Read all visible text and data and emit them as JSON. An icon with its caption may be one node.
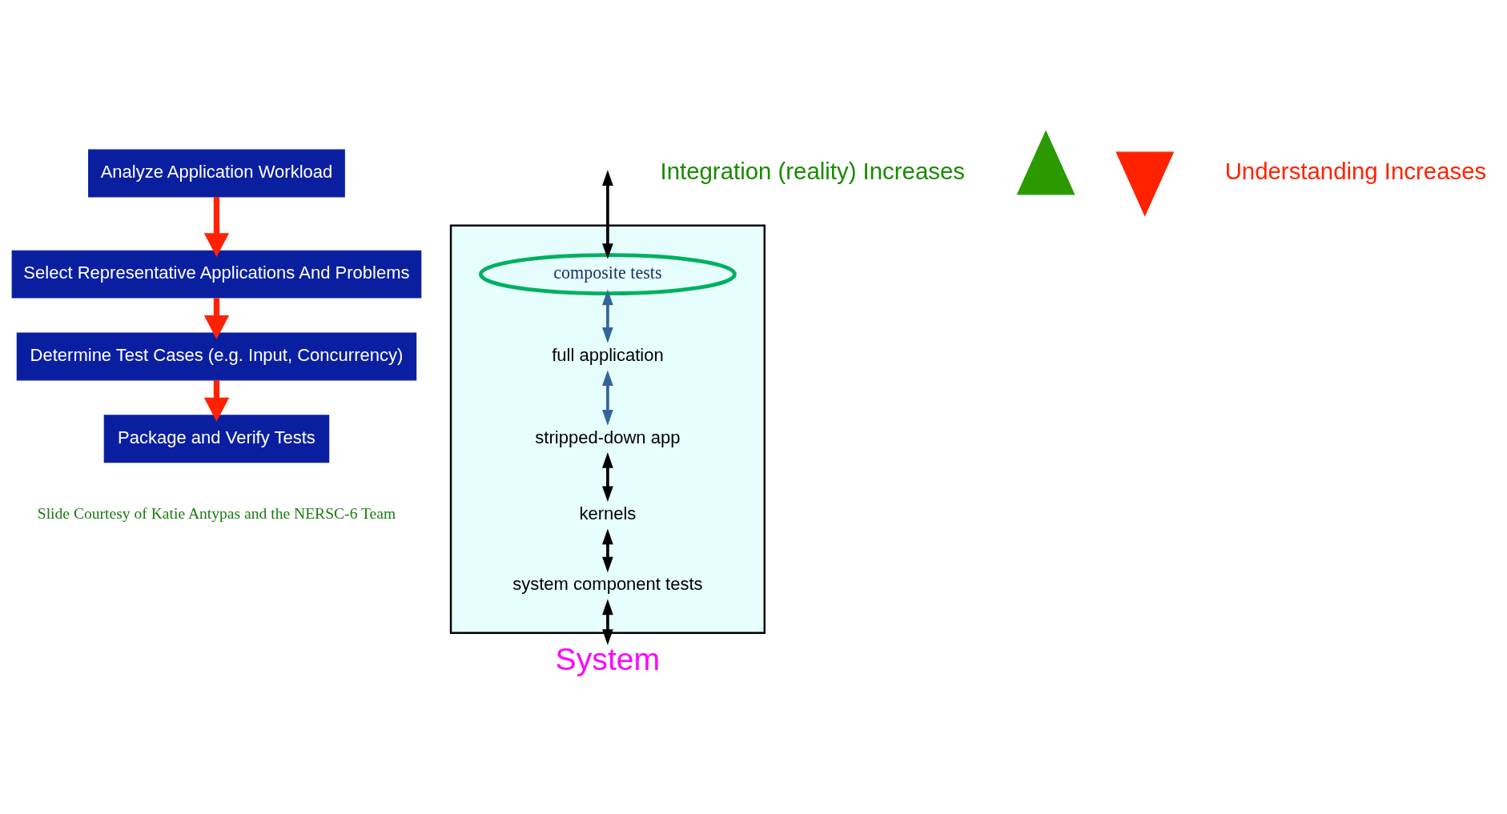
{
  "diagram": {
    "nodes": [
      {
        "text": [
          "Analyze Application Workload"
        ]
      },
      {
        "text": [
          "Select Representative Applications And Problems"
        ]
      },
      {
        "text": [
          "Determine Test Cases (e.g. Input, Concurrency)"
        ]
      },
      {
        "text": [
          "Package and Verify Tests"
        ]
      },
      {
        "text": [],
        "shape": "box"
      },
      {
        "text": [
          "composite tests"
        ],
        "in": 4
      },
      {
        "text": [
          "full application"
        ],
        "in": 4
      },
      {
        "text": [
          "stripped-down app"
        ],
        "in": 4
      },
      {
        "text": [
          "kernels"
        ],
        "in": 4
      },
      {
        "text": [
          "system component tests"
        ],
        "in": 4
      },
      {
        "text": [
          "System"
        ]
      },
      {
        "text": [],
        "shape": "triangle"
      },
      {
        "text": [],
        "shape": "triangle"
      }
    ],
    "edges": [
      {
        "from": 0,
        "to": 1,
        "arrow": "to",
        "style": "thick",
        "color": "#ff2200"
      },
      {
        "from": 1,
        "to": 2,
        "arrow": "to",
        "style": "thick",
        "color": "#ff2200"
      },
      {
        "from": 2,
        "to": 3,
        "arrow": "to",
        "style": "thick",
        "color": "#ff2200"
      },
      {
        "from": null,
        "to": 5,
        "arrow": "both"
      },
      {
        "from": 5,
        "to": 6,
        "arrow": "both",
        "color": "#336699"
      },
      {
        "from": 6,
        "to": 7,
        "arrow": "both",
        "color": "#336699"
      },
      {
        "from": 7,
        "to": 8,
        "arrow": "both"
      },
      {
        "from": 8,
        "to": 9,
        "arrow": "both"
      },
      {
        "from": 9,
        "to": 10,
        "arrow": "both"
      }
    ],
    "labels": [
      "Integration (reality) Increases",
      "Understanding Increases",
      "Slide Courtesy of Katie Antypas and the NERSC-6 Team"
    ]
  }
}
